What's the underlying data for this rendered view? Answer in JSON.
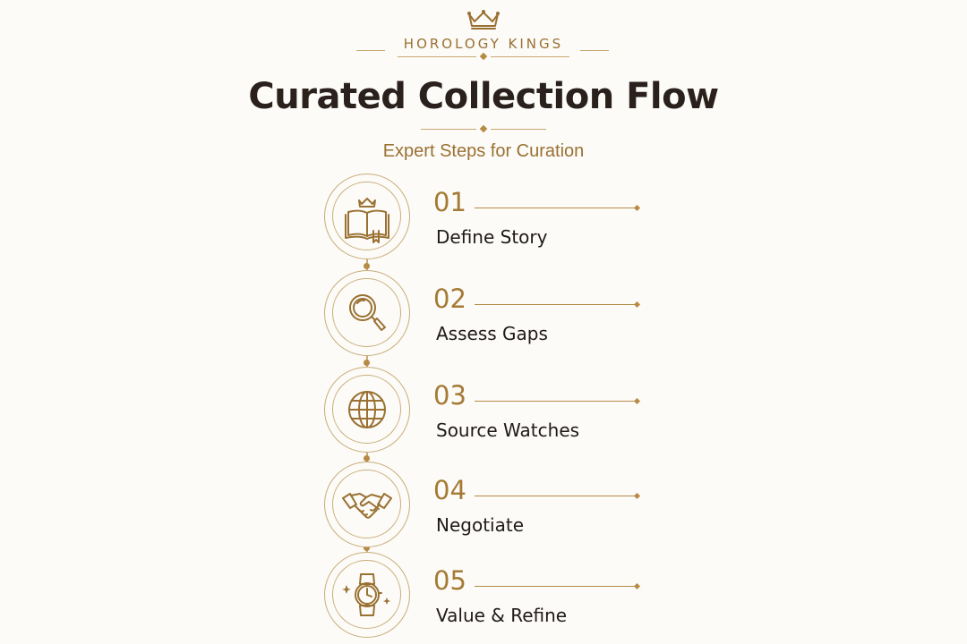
{
  "brand": {
    "name": "HOROLOGY KINGS",
    "crown_icon": "crown-icon"
  },
  "title": "Curated Collection Flow",
  "subtitle": "Expert Steps for Curation",
  "colors": {
    "accent": "#9a7132",
    "text": "#1f1a17",
    "background": "#fcfbf8"
  },
  "steps": [
    {
      "number": "01",
      "label": "Define Story",
      "icon": "book-crown-icon"
    },
    {
      "number": "02",
      "label": "Assess Gaps",
      "icon": "magnifier-icon"
    },
    {
      "number": "03",
      "label": "Source Watches",
      "icon": "globe-icon"
    },
    {
      "number": "04",
      "label": "Negotiate",
      "icon": "handshake-icon"
    },
    {
      "number": "05",
      "label": "Value & Refine",
      "icon": "wristwatch-icon"
    }
  ]
}
